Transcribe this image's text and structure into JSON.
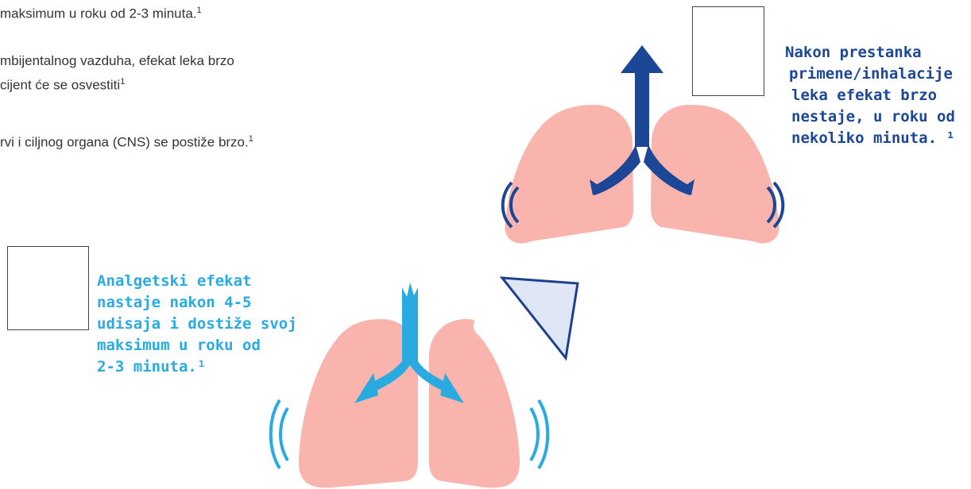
{
  "bullets": {
    "line1": "maksimum u roku od 2-3 minuta.",
    "line1_ref": "1",
    "line2a": "mbijentalnog vazduha, efekat leka brzo",
    "line2b": "cijent će se osvestiti",
    "line2b_ref": "1",
    "line3": "rvi i ciljnog organa (CNS) se postiže brzo.",
    "line3_ref": "1"
  },
  "caption_exhale": {
    "lines": [
      "Nakon prestanka",
      "primene/inhalacije",
      "leka efekat brzo",
      "nestaje, u roku od",
      "nekoliko minuta. ¹"
    ]
  },
  "caption_inhale": {
    "lines": [
      "Analgetski efekat",
      "nastaje nakon 4-5",
      "udisaja i dostiže svoj",
      "maksimum u roku od",
      "2-3 minuta.¹"
    ]
  },
  "colors": {
    "lung": "#f9b5ad",
    "dark_blue": "#1b4796",
    "light_blue": "#29abe2",
    "triangle_fill": "#dfe7f6",
    "triangle_stroke": "#1f3f8f"
  },
  "icons": [
    "lungs-exhale-icon",
    "lungs-inhale-icon",
    "arrow-up-icon",
    "triangle-icon"
  ]
}
